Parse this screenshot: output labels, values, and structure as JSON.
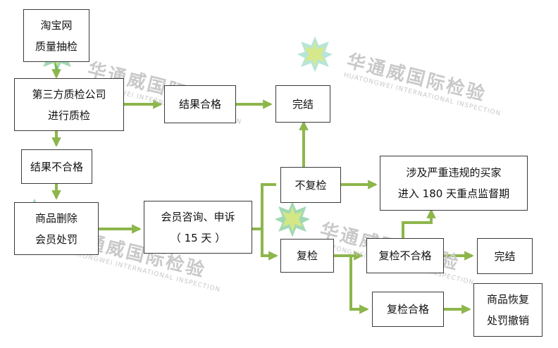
{
  "flow": {
    "taobao_check": {
      "line1": "淘宝网",
      "line2": "质量抽检"
    },
    "third_party": {
      "line1": "第三方质检公司",
      "line2": "进行质检"
    },
    "pass_result": "结果合格",
    "done_top": "完结",
    "fail_result": "结果不合格",
    "delete_punish": {
      "line1": "商品删除",
      "line2": "会员处罚"
    },
    "appeal": {
      "line1": "会员咨询、申诉",
      "line2": "（ 15 天 ）"
    },
    "no_recheck": "不复检",
    "violation": {
      "line1": "涉及严重违规的买家",
      "line2": "进入 180 天重点监督期"
    },
    "recheck": "复检",
    "recheck_fail": "复检不合格",
    "done_bottom": "完结",
    "recheck_pass": "复检合格",
    "restore": {
      "line1": "商品恢复",
      "line2": "处罚撤销"
    }
  },
  "watermark": {
    "cn": "华通威国际检验",
    "en": "HUATONGWEI INTERNATIONAL INSPECTION"
  },
  "colors": {
    "arrow": "#8db64b",
    "box_border": "#3a3a3a",
    "watermark_text": "#c9c9c9",
    "logo_green": "#55b978",
    "logo_yellow": "#dcea7c",
    "logo_teal": "#7ccfb6"
  }
}
